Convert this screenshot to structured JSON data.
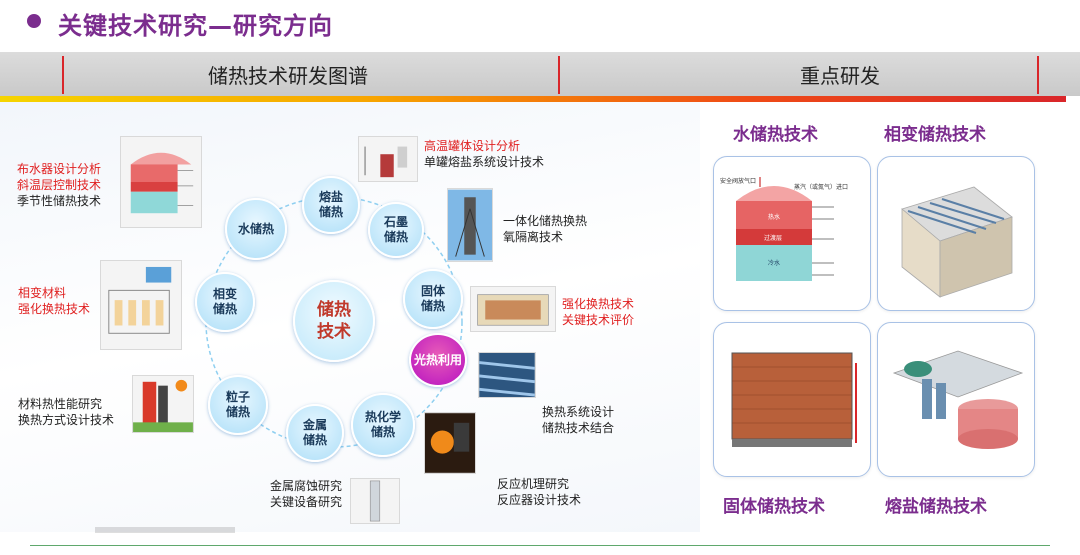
{
  "header": {
    "title": "关键技术研究—研究方向"
  },
  "banner": {
    "left_label": "储热技术研发图谱",
    "right_label": "重点研发"
  },
  "diagram": {
    "center_label": "储热\n技术",
    "nodes": [
      {
        "id": "water",
        "label": "水储热"
      },
      {
        "id": "molten-salt",
        "label": "熔盐\n储热"
      },
      {
        "id": "graphite",
        "label": "石墨\n储热"
      },
      {
        "id": "solid",
        "label": "固体\n储热"
      },
      {
        "id": "solar",
        "label": "光热利用"
      },
      {
        "id": "thermochem",
        "label": "热化学\n储热"
      },
      {
        "id": "metal",
        "label": "金属\n储热"
      },
      {
        "id": "particle",
        "label": "粒子\n储热"
      },
      {
        "id": "phase-change",
        "label": "相变\n储热"
      }
    ],
    "notes": {
      "water": {
        "red1": "布水器设计分析",
        "red2": "斜温层控制技术",
        "black": "季节性储热技术"
      },
      "phase_change": {
        "red1": "相变材料",
        "red2": "强化换热技术"
      },
      "particle": {
        "black1": "材料热性能研究",
        "black2": "换热方式设计技术"
      },
      "molten_salt": {
        "red": "高温罐体设计分析",
        "black": "单罐熔盐系统设计技术"
      },
      "graphite": {
        "black1": "一体化储热换热",
        "black2": "氧隔离技术"
      },
      "solid": {
        "red1": "强化换热技术",
        "red2": "关键技术评价"
      },
      "solar": {
        "black1": "换热系统设计",
        "black2": "储热技术结合"
      },
      "thermochem": {
        "black1": "反应机理研究",
        "black2": "反应器设计技术"
      },
      "metal": {
        "black1": "金属腐蚀研究",
        "black2": "关键设备研究"
      }
    }
  },
  "tank_labels": {
    "top": "安全阀放气口",
    "steam": "蒸汽（或氮气）进口",
    "hot_water": "热水",
    "transition": "过渡层",
    "cold_water": "冷水"
  },
  "focus": {
    "water": "水储热技术",
    "phase_change": "相变储热技术",
    "solid": "固体储热技术",
    "molten_salt": "熔盐储热技术"
  },
  "colors": {
    "title_purple": "#7b2d8e",
    "accent_red": "#d9262a",
    "node_blue": "#bfe6fa",
    "node_hot": "#c020c0"
  }
}
